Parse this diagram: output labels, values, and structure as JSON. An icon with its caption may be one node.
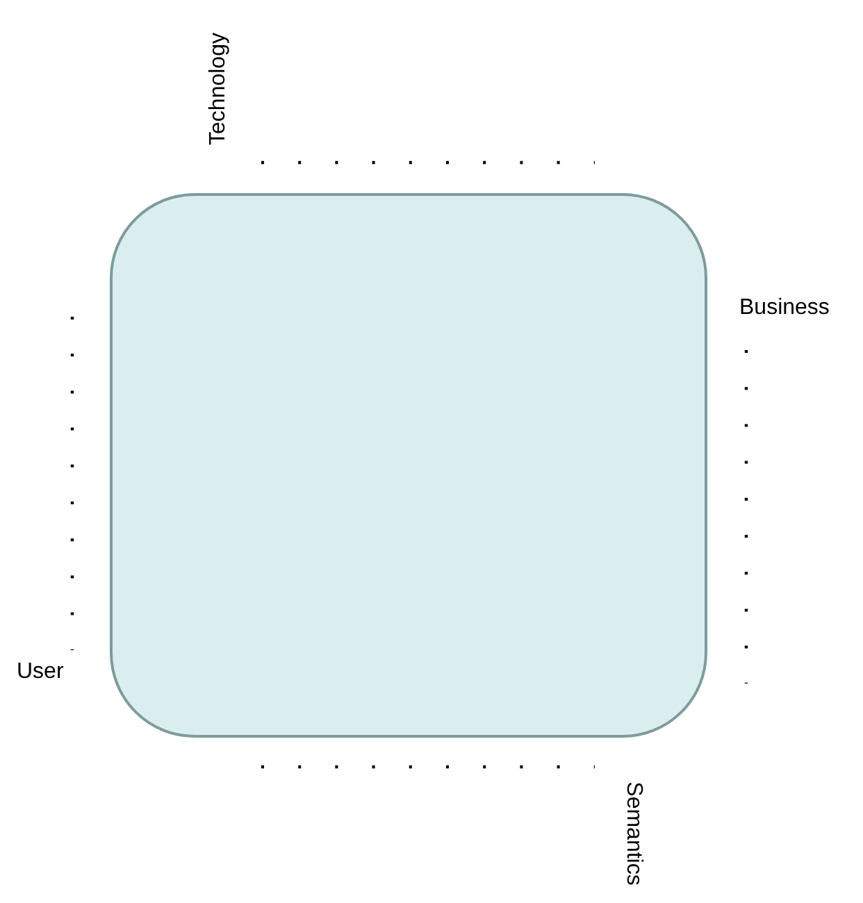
{
  "diagram": {
    "nodes": [
      {
        "text": [],
        "shape": "box"
      }
    ],
    "labels": [
      "Technology",
      "Business",
      "User",
      "Semantics"
    ]
  }
}
